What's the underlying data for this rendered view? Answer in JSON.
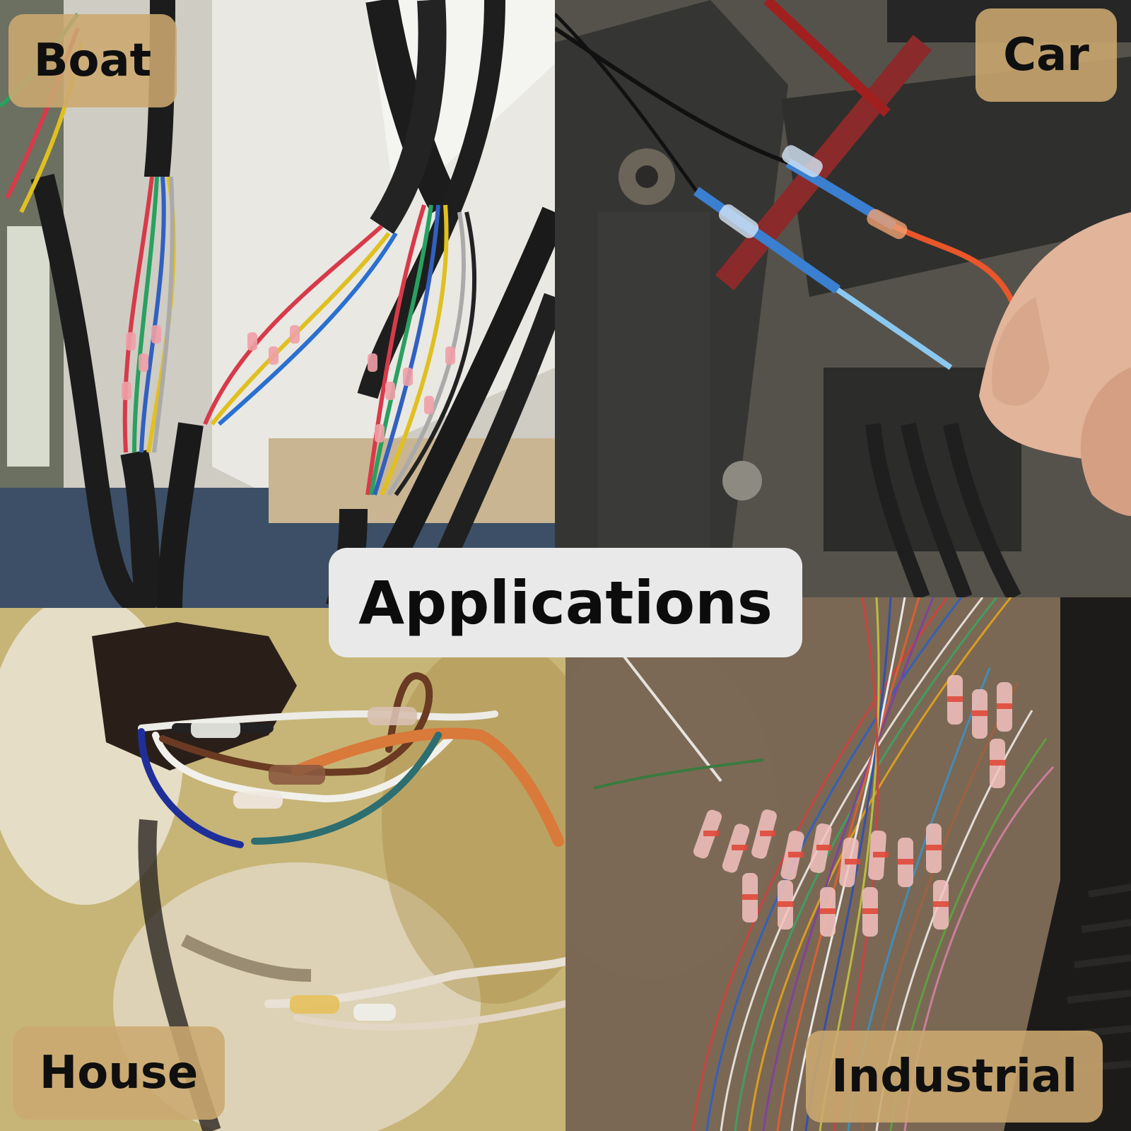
{
  "title": "Applications",
  "panels": {
    "boat": {
      "label": "Boat"
    },
    "car": {
      "label": "Car"
    },
    "house": {
      "label": "House"
    },
    "industrial": {
      "label": "Industrial"
    }
  },
  "colors": {
    "label_background": "#cca870",
    "title_background": "#e9e9e9",
    "text": "#0f0f0f"
  }
}
